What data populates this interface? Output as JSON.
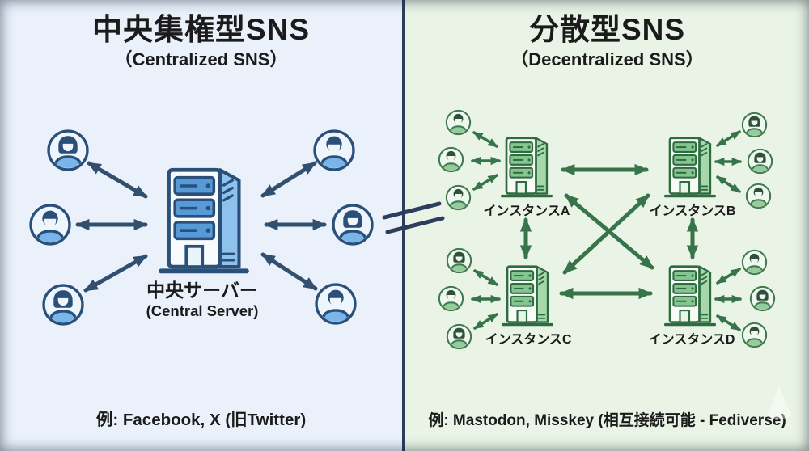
{
  "left_panel": {
    "title": "中央集権型SNS",
    "subtitle": "（Centralized SNS）",
    "server_label": "中央サーバー",
    "server_sublabel": "(Central Server)",
    "example": "例: Facebook, X (旧Twitter)",
    "user_count": 6,
    "colors": {
      "background": "#eaf1fb",
      "outline": "#2a4f78",
      "arrow": "#31506f",
      "server_fill": "#569ad8",
      "avatar_body": "#79b5e9"
    }
  },
  "right_panel": {
    "title": "分散型SNS",
    "subtitle": "（Decentralized SNS）",
    "instances": [
      {
        "label": "インスタンスA",
        "user_count": 3
      },
      {
        "label": "インスタンスB",
        "user_count": 3
      },
      {
        "label": "インスタンスC",
        "user_count": 3
      },
      {
        "label": "インスタンスD",
        "user_count": 3
      }
    ],
    "example": "例: Mastodon, Misskey (相互接続可能 - Fediverse)",
    "colors": {
      "background": "#e9f4e6",
      "outline": "#2f6b40",
      "arrow": "#37744a",
      "server_fill": "#85c690",
      "avatar_body": "#96cc9d"
    }
  },
  "divider": {
    "color": "#2c3e5c",
    "break_icon": "⫽"
  },
  "icons": {
    "user-icon": "person-in-circle avatar glyph",
    "server-icon": "tower server glyph",
    "arrow-icon": "double-headed connection arrow",
    "divider-break-icon": "⫽"
  }
}
